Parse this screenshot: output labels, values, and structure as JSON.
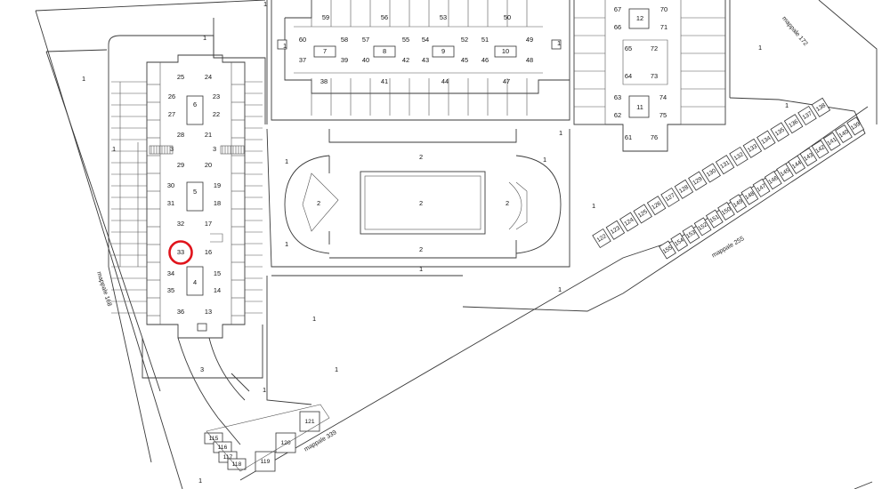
{
  "highlight": {
    "plot": "33",
    "color": "#e0141c"
  },
  "mappale_labels": [
    "mappale 168",
    "mappale 172",
    "mappale 255",
    "mappale 339"
  ],
  "parcel_labels": {
    "one": "1",
    "two": "2",
    "three": "3"
  },
  "buildings": {
    "left_block": [
      "25",
      "24",
      "26",
      "23",
      "27",
      "22",
      "28",
      "21",
      "29",
      "20",
      "30",
      "19",
      "31",
      "18",
      "32",
      "17",
      "33",
      "16",
      "34",
      "15",
      "35",
      "14",
      "36",
      "13"
    ],
    "left_inner": [
      "6",
      "5",
      "4"
    ],
    "top_block": [
      "59",
      "56",
      "53",
      "50",
      "60",
      "58",
      "57",
      "55",
      "54",
      "52",
      "51",
      "49",
      "37",
      "39",
      "40",
      "42",
      "43",
      "45",
      "46",
      "48",
      "38",
      "41",
      "44",
      "47"
    ],
    "top_inner": [
      "7",
      "8",
      "9",
      "10"
    ],
    "right_block": [
      "67",
      "70",
      "66",
      "71",
      "65",
      "72",
      "64",
      "73",
      "63",
      "74",
      "62",
      "75",
      "61",
      "76"
    ],
    "right_inner": [
      "12",
      "11"
    ],
    "diagonal_upper": [
      "122",
      "123",
      "124",
      "125",
      "126",
      "127",
      "128",
      "129",
      "130",
      "131",
      "132",
      "133",
      "134",
      "135",
      "136",
      "137",
      "138"
    ],
    "diagonal_lower": [
      "155",
      "154",
      "153",
      "152",
      "151",
      "150",
      "149",
      "148",
      "147",
      "146",
      "145",
      "144",
      "143",
      "142",
      "141",
      "140",
      "139"
    ],
    "bottom_left": [
      "115",
      "116",
      "117",
      "118",
      "119",
      "120",
      "121"
    ]
  }
}
